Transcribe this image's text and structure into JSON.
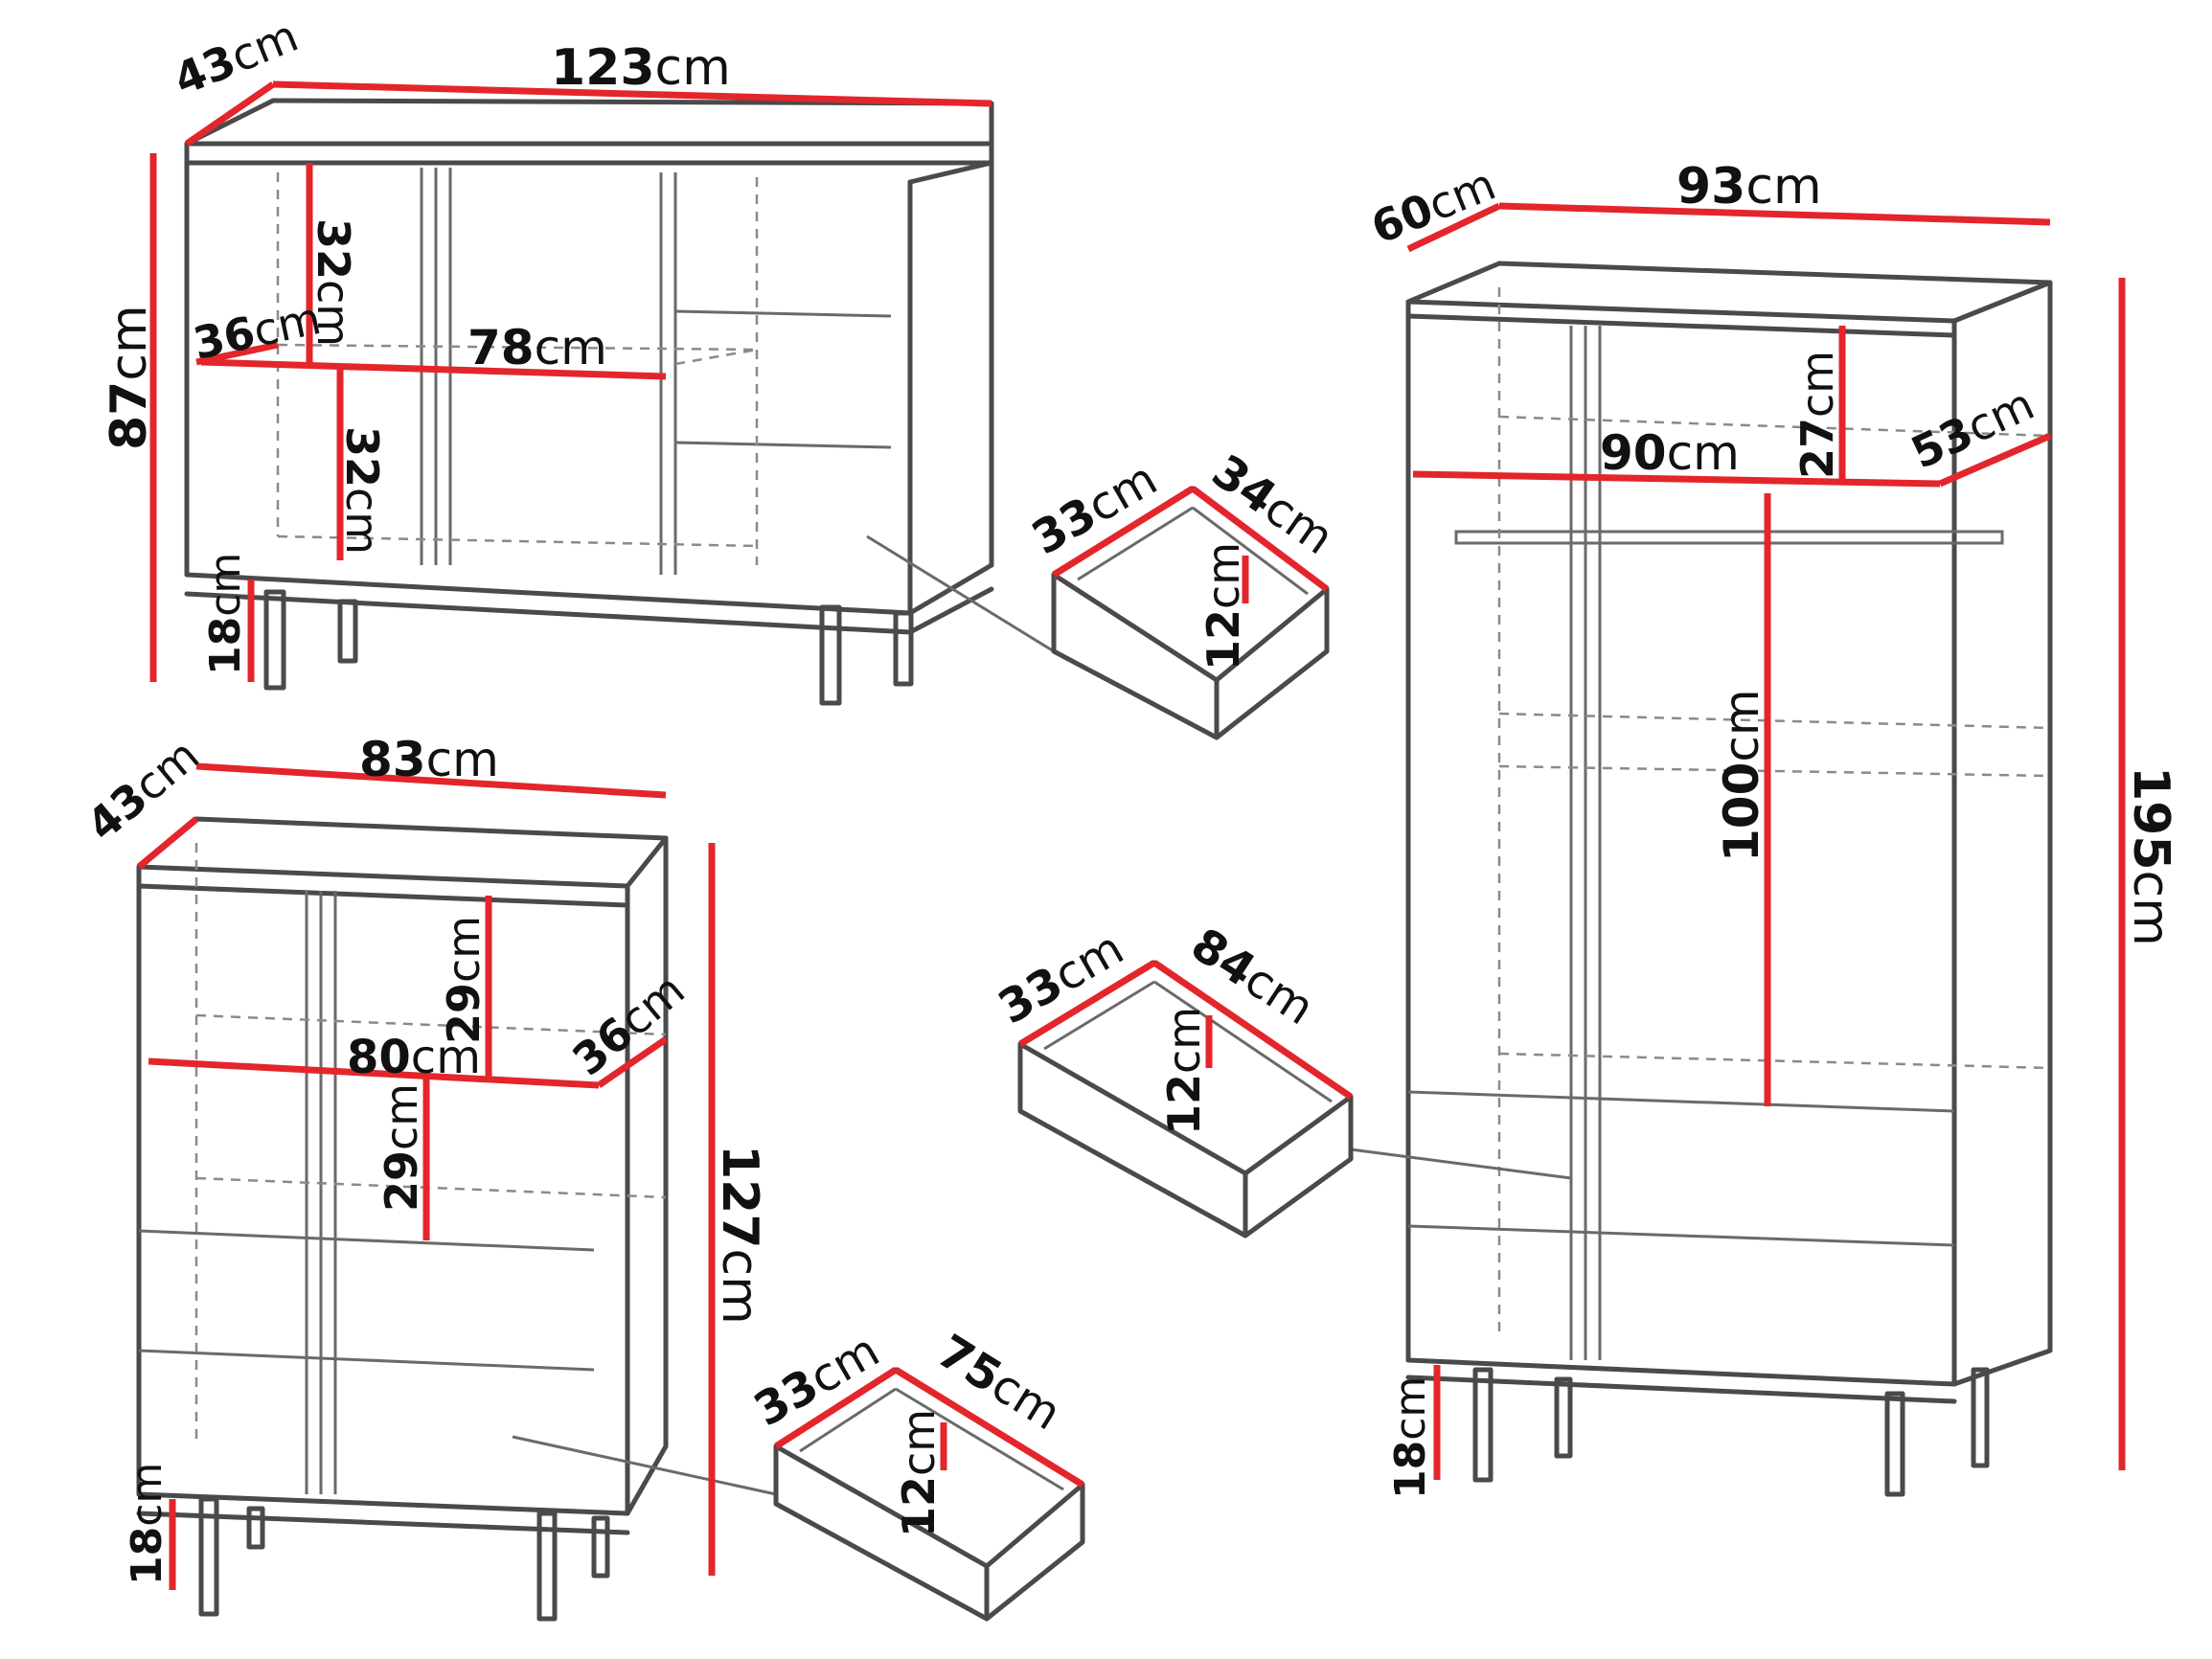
{
  "unit": "cm",
  "colors": {
    "dimension_line": "#e3262b",
    "outline": "#4a4a4a",
    "text": "#111111"
  },
  "sideboard": {
    "depth": "43",
    "width": "123",
    "height": "87",
    "leg_height": "18",
    "upper_compartment_height": "32",
    "lower_compartment_height": "32",
    "shelf_depth": "36",
    "shelf_width": "78",
    "drawer": {
      "depth": "33",
      "width": "34",
      "height": "12"
    }
  },
  "highboard": {
    "depth": "43",
    "width": "83",
    "height": "127",
    "leg_height": "18",
    "upper_compartment_height": "29",
    "lower_compartment_height": "29",
    "shelf_width": "80",
    "shelf_depth": "36",
    "drawer": {
      "depth": "33",
      "width": "75",
      "height": "12"
    }
  },
  "wardrobe": {
    "depth": "60",
    "width": "93",
    "height": "195",
    "leg_height": "18",
    "top_compartment_height": "27",
    "inner_width": "90",
    "inner_depth": "53",
    "hanging_height": "100",
    "drawer": {
      "depth": "33",
      "width": "84",
      "height": "12"
    }
  }
}
